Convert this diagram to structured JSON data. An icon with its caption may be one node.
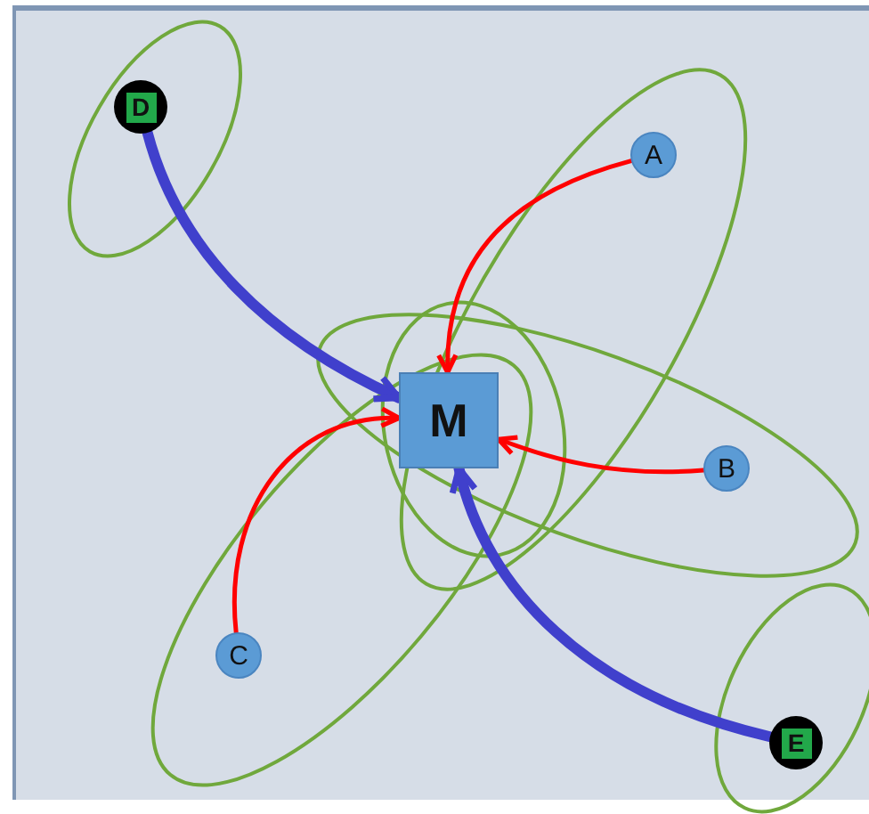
{
  "diagram": {
    "nodes": [
      {
        "text": [
          "D"
        ]
      },
      {
        "text": [
          "A"
        ]
      },
      {
        "text": [
          "M"
        ]
      },
      {
        "text": [
          "B"
        ]
      },
      {
        "text": [
          "C"
        ]
      },
      {
        "text": [
          "E"
        ]
      }
    ],
    "edges": [
      {
        "from": 0,
        "to": 2,
        "arrow": "to",
        "style": "thick",
        "color": "#4040cc"
      },
      {
        "from": 1,
        "to": 2,
        "arrow": "to"
      },
      {
        "from": 3,
        "to": 2,
        "arrow": "to"
      },
      {
        "from": 4,
        "to": 2,
        "arrow": "to"
      },
      {
        "from": 5,
        "to": 2,
        "arrow": "to",
        "style": "thick",
        "color": "#4040cc"
      }
    ]
  }
}
